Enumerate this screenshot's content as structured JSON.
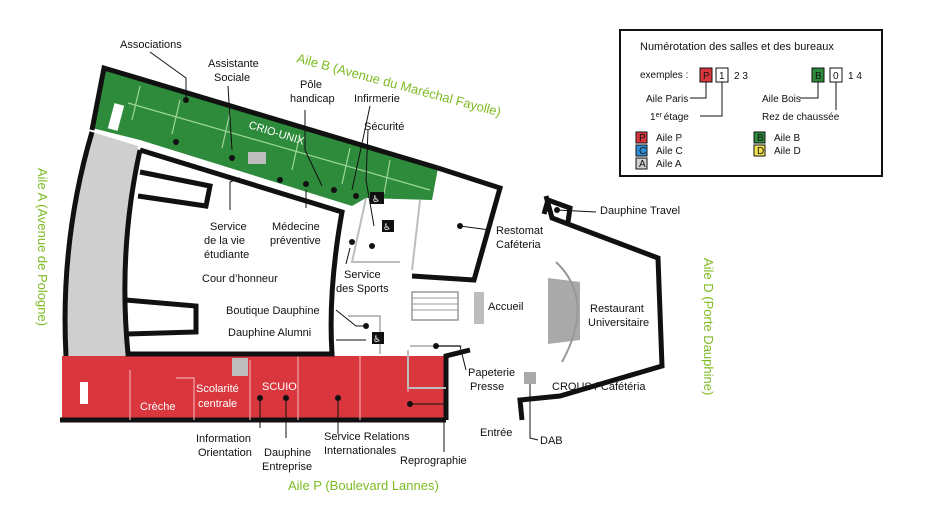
{
  "colors": {
    "aile_p": "#d9363e",
    "aile_b": "#2e8b3c",
    "aile_c": "#2f8fd6",
    "aile_a": "#cfcfcf",
    "aile_d": "#f2e24b",
    "aisle_label": "#7dbb23"
  },
  "aisles": {
    "b": "Aile B (Avenue du Maréchal Fayolle)",
    "a": "Aile A (Avenue de Pologne)",
    "d": "Aile D (Porte Dauphine)",
    "p": "Aile P (Boulevard Lannes)"
  },
  "inside_labels": {
    "crio": "CRIO-UNIX",
    "creche": "Crèche",
    "scolarite_1": "Scolarité",
    "scolarite_2": "centrale",
    "scuio": "SCUIO"
  },
  "labels": {
    "associations": "Associations",
    "assistante_1": "Assistante",
    "assistante_2": "Sociale",
    "pole_1": "Pôle",
    "pole_2": "handicap",
    "infirmerie": "Infirmerie",
    "securite": "Sécurité",
    "service_vie_1": "Service",
    "service_vie_2": "de la vie",
    "service_vie_3": "étudiante",
    "medecine_1": "Médecine",
    "medecine_2": "préventive",
    "cour": "Cour d’honneur",
    "service_sports_1": "Service",
    "service_sports_2": "des Sports",
    "restomat_1": "Restomat",
    "restomat_2": "Caféteria",
    "dauphine_travel": "Dauphine Travel",
    "accueil": "Accueil",
    "restaurant_1": "Restaurant",
    "restaurant_2": "Universitaire",
    "boutique": "Boutique Dauphine",
    "alumni": "Dauphine Alumni",
    "papeterie_1": "Papeterie",
    "papeterie_2": "Presse",
    "crous": "CROUS / Cafétéria",
    "entree": "Entrée",
    "dab": "DAB",
    "info_1": "Information",
    "info_2": "Orientation",
    "de_1": "Dauphine",
    "de_2": "Entreprise",
    "sri_1": "Service Relations",
    "sri_2": "Internationales",
    "reprographie": "Reprographie"
  },
  "legend": {
    "title": "Numérotation des salles et des bureaux",
    "exemples": "exemples :",
    "ex1_letter": "P",
    "ex1_digit": "1",
    "ex1_rest": "2 3",
    "ex2_letter": "B",
    "ex2_digit": "0",
    "ex2_rest": "1 4",
    "aile_paris": "Aile Paris",
    "etage_pre": "1",
    "etage_sup": "er",
    "etage_post": "étage",
    "aile_bois": "Aile Bois",
    "rez": "Rez de chaussée",
    "items": [
      {
        "letter": "P",
        "name": "Aile P",
        "color": "#d9363e"
      },
      {
        "letter": "C",
        "name": "Aile C",
        "color": "#2f8fd6"
      },
      {
        "letter": "A",
        "name": "Aile A",
        "color": "#cfcfcf"
      },
      {
        "letter": "B",
        "name": "Aile B",
        "color": "#2e8b3c"
      },
      {
        "letter": "D",
        "name": "Aile D",
        "color": "#f2e24b"
      }
    ]
  }
}
